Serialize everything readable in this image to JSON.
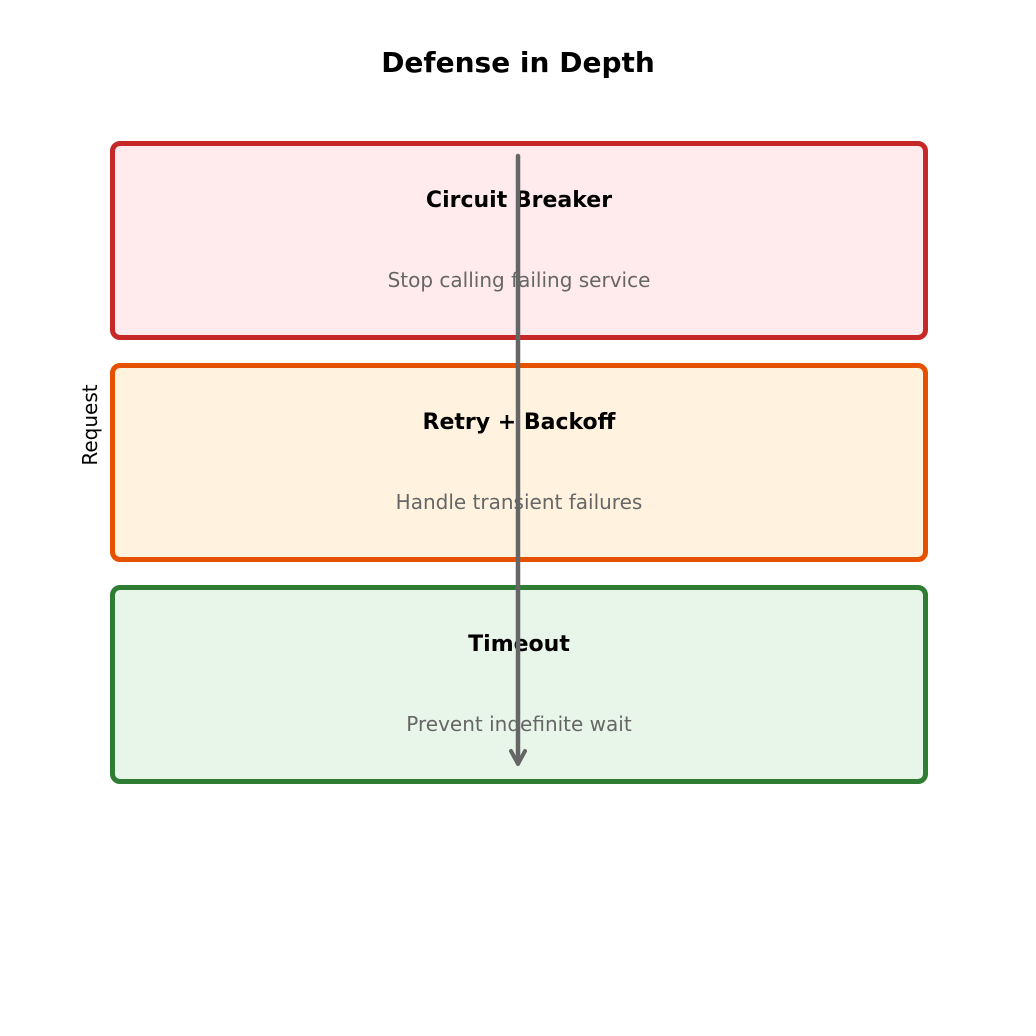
{
  "title": "Defense in Depth",
  "axis_label": "Request",
  "layers": [
    {
      "title": "Circuit Breaker",
      "subtitle": "Stop calling failing service",
      "border": "#c62828",
      "fill": "#ffebee"
    },
    {
      "title": "Retry + Backoff",
      "subtitle": "Handle transient failures",
      "border": "#e65100",
      "fill": "#fff3e0"
    },
    {
      "title": "Timeout",
      "subtitle": "Prevent indefinite wait",
      "border": "#2e7d32",
      "fill": "#e8f5e9"
    }
  ],
  "arrow_color": "#666666"
}
